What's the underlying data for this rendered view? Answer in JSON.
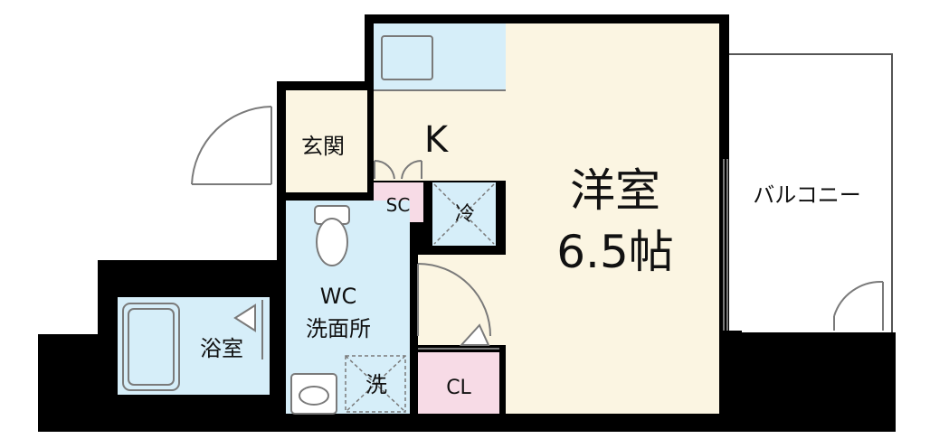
{
  "colors": {
    "wall": "#000000",
    "living": "#fbf5e2",
    "wet": "#d6eef9",
    "storage": "#f7dbe6",
    "fixture_line": "#7a7a7a",
    "balcony_line": "#555555"
  },
  "rooms": {
    "western": {
      "name": "洋室",
      "size": "6.5帖"
    },
    "kitchen": {
      "label": "K"
    },
    "entrance": {
      "label": "玄関"
    },
    "shoe_closet": {
      "label": "SC"
    },
    "fridge": {
      "label": "冷"
    },
    "wc": {
      "line1": "WC",
      "line2": "洗面所"
    },
    "bath": {
      "label": "浴室"
    },
    "washer": {
      "label": "洗"
    },
    "closet": {
      "label": "CL"
    },
    "balcony": {
      "label": "バルコニー"
    }
  }
}
